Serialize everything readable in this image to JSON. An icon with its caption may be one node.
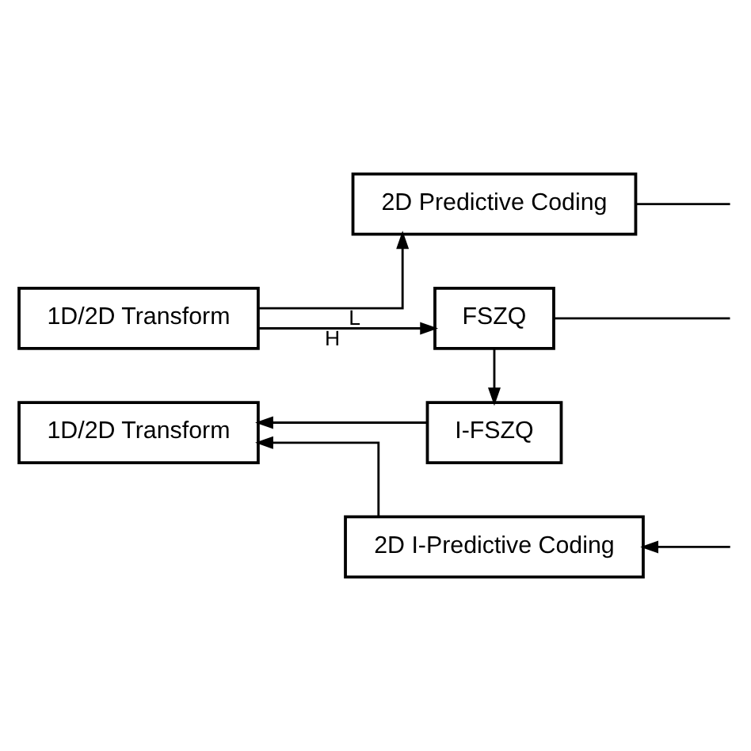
{
  "diagram": {
    "nodes": [
      {
        "text": [
          "1D/2D Transform"
        ]
      },
      {
        "text": [
          "2D Predictive Coding"
        ]
      },
      {
        "text": [
          "FSZQ"
        ]
      },
      {
        "text": [
          "I-FSZQ"
        ]
      },
      {
        "text": [
          "1D/2D Transform"
        ]
      },
      {
        "text": [
          "2D I-Predictive Coding"
        ]
      }
    ],
    "edges": [
      {
        "from": 0,
        "to": 1,
        "arrow": "to",
        "label": "L"
      },
      {
        "from": 0,
        "to": 2,
        "arrow": "to",
        "label": "H"
      },
      {
        "from": 1,
        "to": null,
        "arrow": "none"
      },
      {
        "from": 2,
        "to": null,
        "arrow": "none"
      },
      {
        "from": 2,
        "to": 3,
        "arrow": "to"
      },
      {
        "from": 3,
        "to": 4,
        "arrow": "to"
      },
      {
        "from": 5,
        "to": 4,
        "arrow": "to"
      },
      {
        "from": null,
        "to": 5,
        "arrow": "to"
      }
    ]
  }
}
